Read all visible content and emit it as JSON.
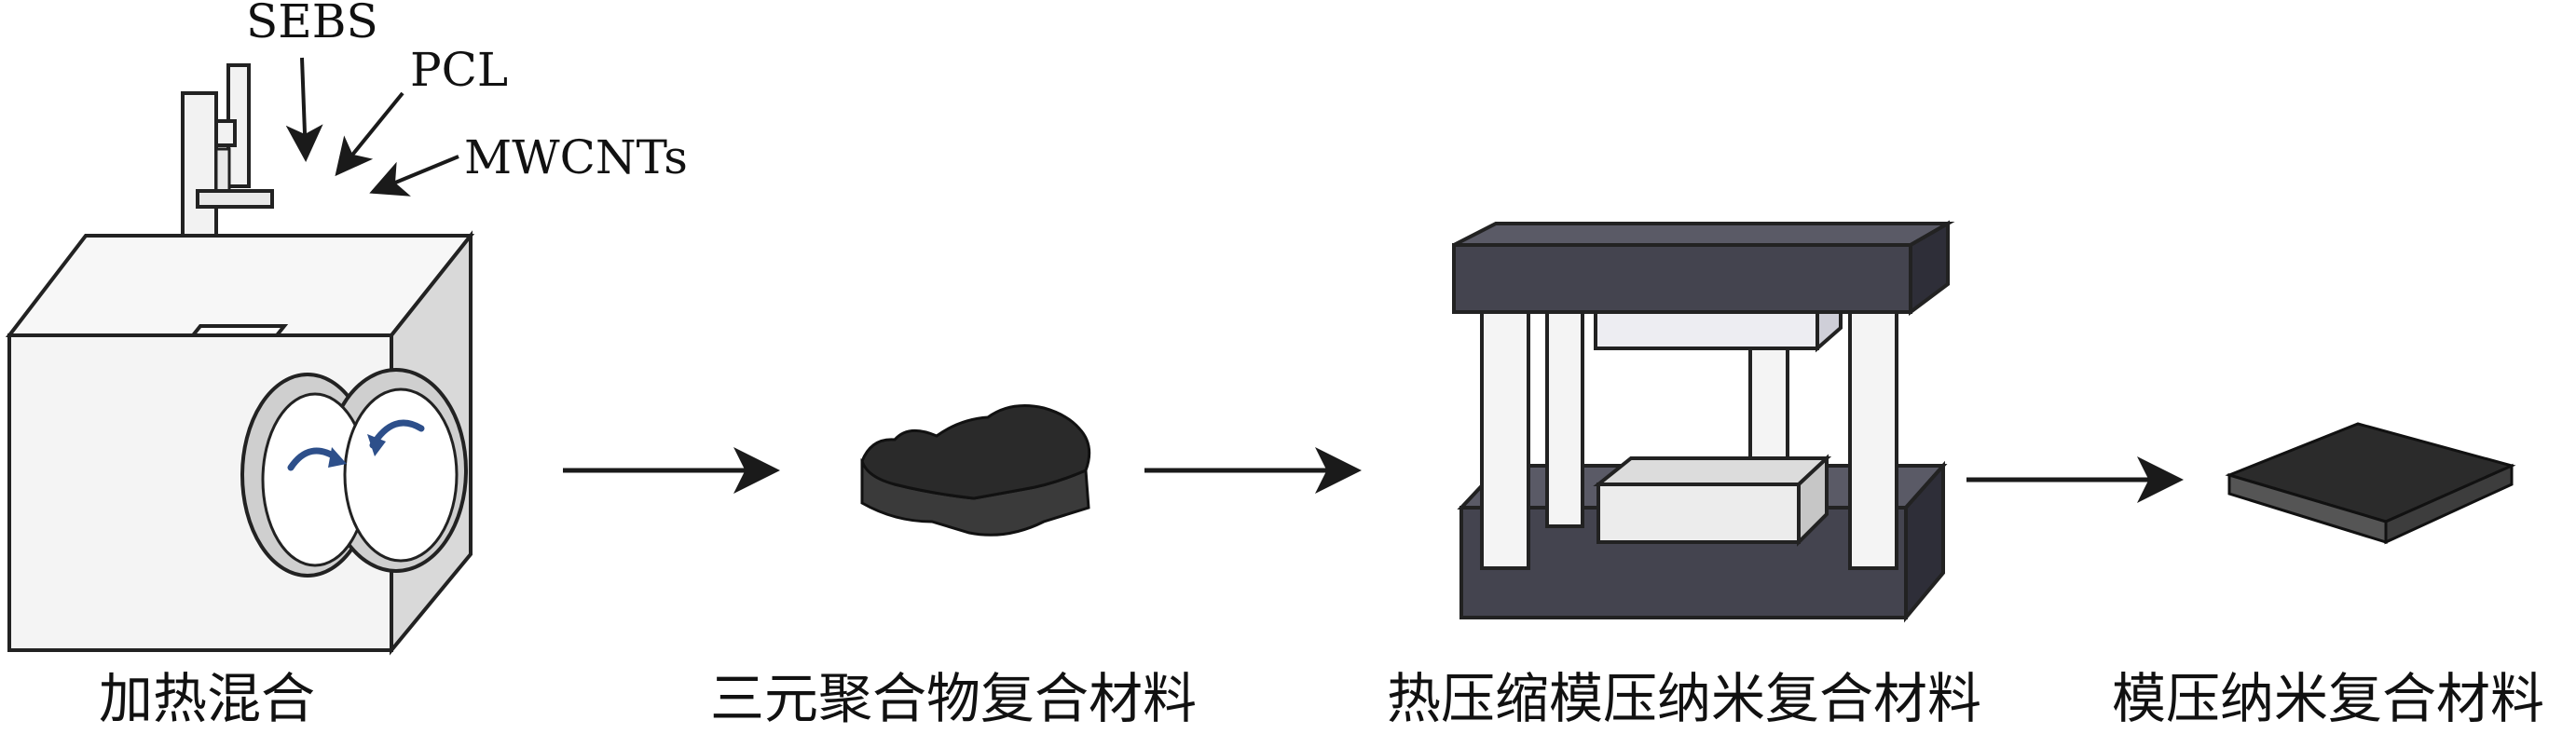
{
  "ingredients": {
    "sebs": "SEBS",
    "pcl": "PCL",
    "mwcnts": "MWCNTs"
  },
  "steps": [
    {
      "label": "加热混合"
    },
    {
      "label": "三元聚合物复合材料"
    },
    {
      "label": "热压缩模压纳米复合材料"
    },
    {
      "label": "模压纳米复合材料"
    }
  ],
  "colors": {
    "stroke": "#222222",
    "mixer_body": "#f4f4f4",
    "mixer_side": "#d9d9d9",
    "rotor_arrow": "#2d4f8a",
    "press_plate": "#4a4a58",
    "press_plate_side": "#2e2e38",
    "polymer_dark": "#2a2a2a",
    "sheet_top": "#2b2b2b",
    "sheet_side": "#555555"
  }
}
